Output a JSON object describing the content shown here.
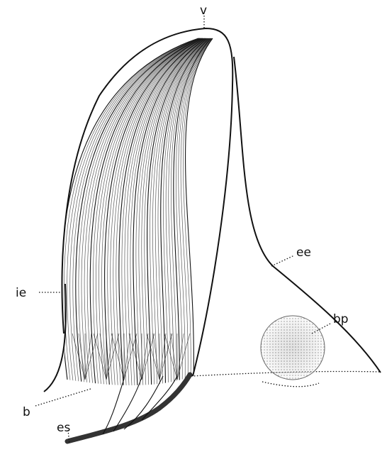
{
  "labels": {
    "v": "v",
    "ee": "ee",
    "ie": "ie",
    "bp": "bp",
    "b": "b",
    "es": "es"
  }
}
